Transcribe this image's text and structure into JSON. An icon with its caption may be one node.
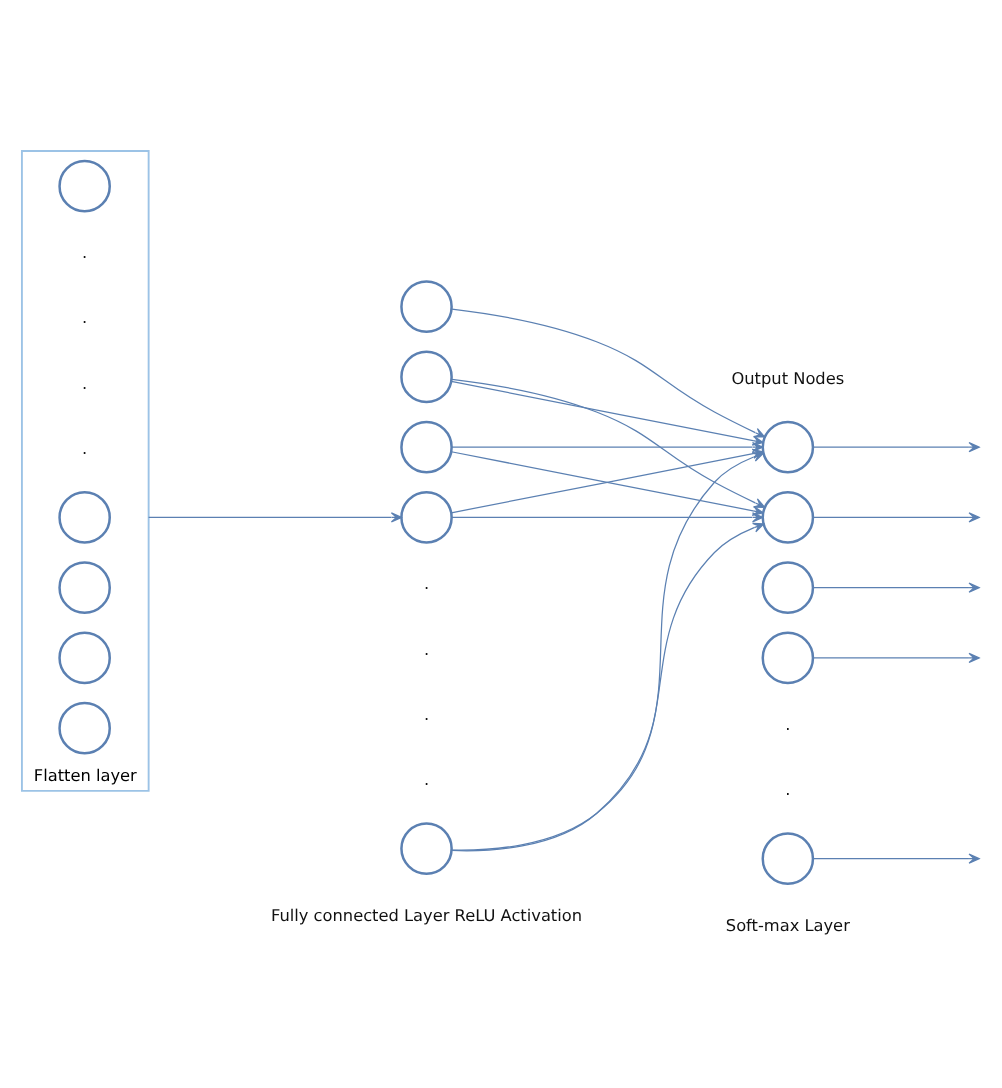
{
  "diagram": {
    "nodes": [
      {
        "text": [
          "Flatten layer"
        ]
      },
      {
        "text": [],
        "shape": "circle",
        "in": 0
      },
      {
        "text": [],
        "shape": "circle",
        "in": 0
      },
      {
        "text": [],
        "shape": "circle",
        "in": 0
      },
      {
        "text": [],
        "shape": "circle",
        "in": 0
      },
      {
        "text": [],
        "shape": "circle",
        "in": 0
      },
      {
        "text": [],
        "shape": "circle"
      },
      {
        "text": [],
        "shape": "circle"
      },
      {
        "text": [],
        "shape": "circle"
      },
      {
        "text": [],
        "shape": "circle"
      },
      {
        "text": [],
        "shape": "circle"
      },
      {
        "text": [],
        "shape": "circle"
      },
      {
        "text": [],
        "shape": "circle"
      },
      {
        "text": [],
        "shape": "circle"
      },
      {
        "text": [],
        "shape": "circle"
      },
      {
        "text": [],
        "shape": "circle"
      }
    ],
    "edges": [
      {
        "from": 0,
        "to": 9,
        "arrow": "to"
      },
      {
        "from": 6,
        "to": 11,
        "arrow": "to"
      },
      {
        "from": 7,
        "to": 11,
        "arrow": "to"
      },
      {
        "from": 7,
        "to": 12,
        "arrow": "to"
      },
      {
        "from": 8,
        "to": 11,
        "arrow": "to"
      },
      {
        "from": 8,
        "to": 12,
        "arrow": "to"
      },
      {
        "from": 9,
        "to": 11,
        "arrow": "to"
      },
      {
        "from": 9,
        "to": 12,
        "arrow": "to"
      },
      {
        "from": 10,
        "to": 11,
        "arrow": "to"
      },
      {
        "from": 10,
        "to": 12,
        "arrow": "to"
      },
      {
        "from": 11,
        "to": null,
        "arrow": "to"
      },
      {
        "from": 12,
        "to": null,
        "arrow": "to"
      },
      {
        "from": 13,
        "to": null,
        "arrow": "to"
      },
      {
        "from": 14,
        "to": null,
        "arrow": "to"
      },
      {
        "from": 15,
        "to": null,
        "arrow": "to"
      }
    ],
    "labels": [
      "Output Nodes",
      ".",
      ".",
      ".",
      ".",
      ".",
      ".",
      ".",
      ".",
      ".",
      ".",
      "Fully connected Layer ReLU Activation",
      "Soft-max Layer"
    ]
  }
}
